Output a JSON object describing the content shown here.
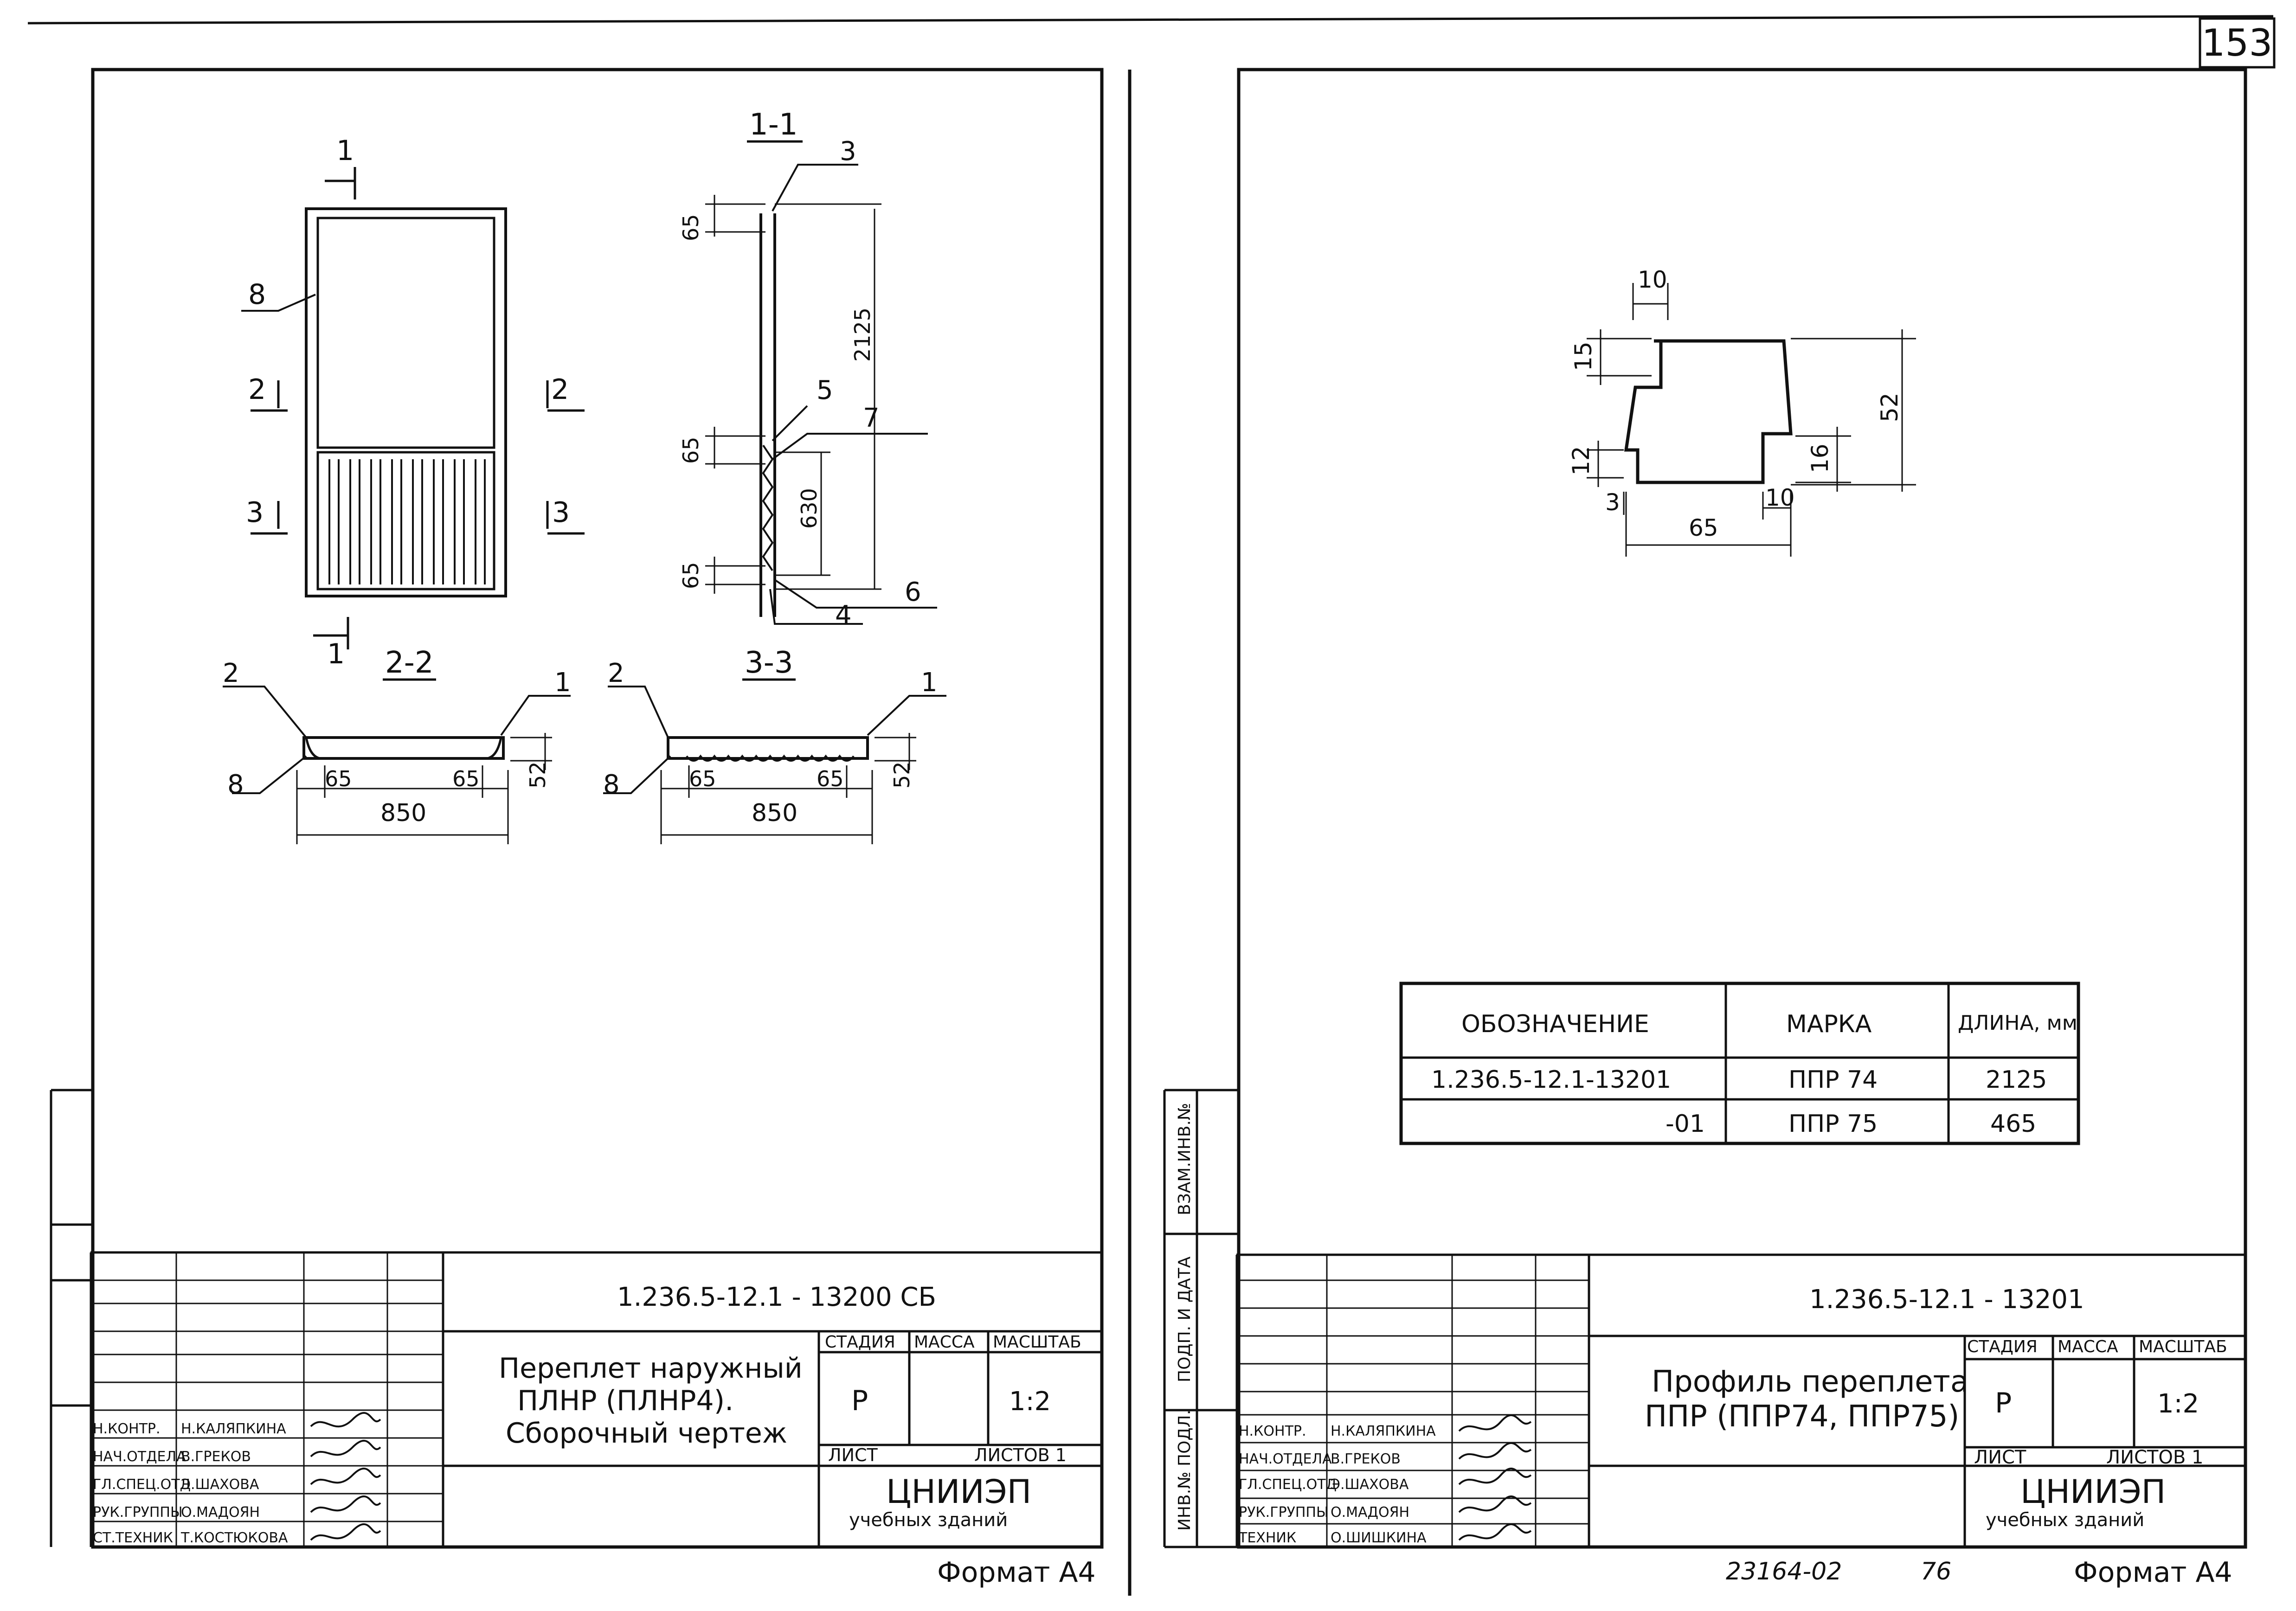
{
  "page_number": "153",
  "left_sheet": {
    "section_1_1_label": "1-1",
    "section_2_2_label": "2-2",
    "section_3_3_label": "3-3",
    "cut_1_marker": "1",
    "cut_2_marker": "2",
    "cut_3_marker": "3",
    "callouts": [
      "1",
      "2",
      "3",
      "4",
      "5",
      "6",
      "7",
      "8"
    ],
    "dims_1_1": [
      "65",
      "2125",
      "65",
      "630",
      "65"
    ],
    "dims_2_2": [
      "65",
      "65",
      "850",
      "52"
    ],
    "dims_3_3": [
      "65",
      "65",
      "850",
      "52"
    ],
    "title_block": {
      "code": "1.236.5-12.1 - 13200 СБ",
      "title_lines": [
        "Переплет наружный",
        "ПЛНР (ПЛНР4).",
        "Сборочный чертеж"
      ],
      "stage_header": "СТАДИЯ",
      "mass_header": "МАССА",
      "scale_header": "МАСШТАБ",
      "stage": "Р",
      "scale": "1:2",
      "sheet_label": "ЛИСТ",
      "sheets_label": "ЛИСТОВ 1",
      "org_line1": "ЦНИИЭП",
      "org_line2": "учебных зданий",
      "roles": [
        "Н.КОНТР.",
        "НАЧ.ОТДЕЛА",
        "ГЛ.СПЕЦ.ОТД",
        "РУК.ГРУППЫ",
        "СТ.ТЕХНИК"
      ],
      "names": [
        "Н.КАЛЯПКИНА",
        "В.ГРЕКОВ",
        "Э.ШАХОВА",
        "О.МАДОЯН",
        "Т.КОСТЮКОВА"
      ]
    },
    "format": "Формат А4"
  },
  "right_sheet": {
    "profile_dims": [
      "10",
      "15",
      "52",
      "12",
      "16",
      "3",
      "65",
      "10"
    ],
    "spec_table": {
      "headers": [
        "ОБОЗНАЧЕНИЕ",
        "МАРКА",
        "ДЛИНА, мм"
      ],
      "rows": [
        [
          "1.236.5-12.1-13201",
          "ППР 74",
          "2125"
        ],
        [
          "-01",
          "ППР 75",
          "465"
        ]
      ]
    },
    "side_stamp": [
      "ВЗАМ.ИНВ.№",
      "ПОДП. И ДАТА",
      "ИНВ.№ ПОДЛ."
    ],
    "title_block": {
      "code": "1.236.5-12.1 - 13201",
      "title_lines": [
        "Профиль переплета",
        "ППР (ППР74, ППР75)"
      ],
      "stage_header": "СТАДИЯ",
      "mass_header": "МАССА",
      "scale_header": "МАСШТАБ",
      "stage": "Р",
      "scale": "1:2",
      "sheet_label": "ЛИСТ",
      "sheets_label": "ЛИСТОВ 1",
      "org_line1": "ЦНИИЭП",
      "org_line2": "учебных зданий",
      "roles": [
        "Н.КОНТР.",
        "НАЧ.ОТДЕЛА",
        "ГЛ.СПЕЦ.ОТД",
        "РУК.ГРУППЫ",
        "ТЕХНИК"
      ],
      "names": [
        "Н.КАЛЯПКИНА",
        "В.ГРЕКОВ",
        "Э.ШАХОВА",
        "О.МАДОЯН",
        "О.ШИШКИНА"
      ]
    },
    "bottom_note": "23164-02",
    "bottom_number": "76",
    "format": "Формат А4"
  }
}
